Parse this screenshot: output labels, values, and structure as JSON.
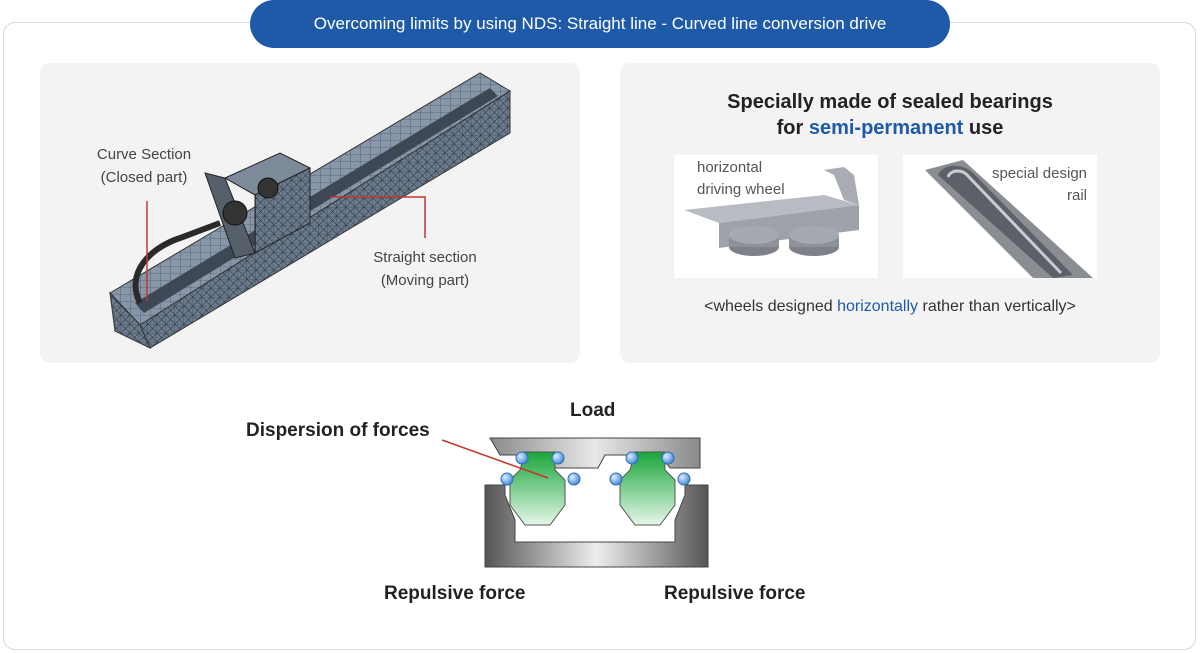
{
  "title": "Overcoming limits by using NDS: Straight line - Curved line conversion drive",
  "left_panel": {
    "curve_label_1": "Curve Section",
    "curve_label_2": "(Closed part)",
    "straight_label_1": "Straight section",
    "straight_label_2": "(Moving part)"
  },
  "right_panel": {
    "heading_line1": "Specially made of sealed bearings",
    "heading_prefix": "for",
    "heading_highlight": "semi-permanent",
    "heading_suffix": "use",
    "photo1_label_1": "horizontal",
    "photo1_label_2": "driving wheel",
    "photo2_label_1": "special design",
    "photo2_label_2": "rail",
    "caption_prefix": "<wheels designed",
    "caption_highlight": "horizontally",
    "caption_suffix": "rather than vertically>"
  },
  "bottom": {
    "load": "Load",
    "dispersion": "Dispersion of forces",
    "repulsive_left": "Repulsive force",
    "repulsive_right": "Repulsive force"
  },
  "colors": {
    "accent": "#1e5aa8",
    "leader_line": "#c0392b",
    "green": "#22b14c",
    "bearing": "#5aa0e6"
  }
}
